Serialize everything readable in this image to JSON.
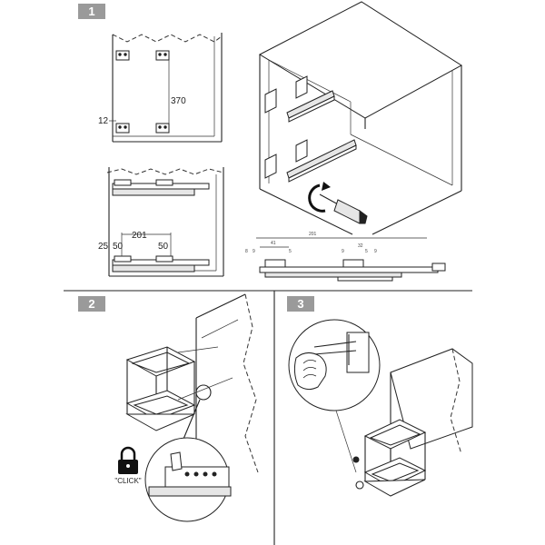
{
  "steps": {
    "step1": "1",
    "step2": "2",
    "step3": "3"
  },
  "dimensions": {
    "height_370": "370",
    "offset_12": "12",
    "width_201": "201",
    "edge_25": "25",
    "hole_50_left": "50",
    "hole_50_right": "50"
  },
  "runner_dimensions": {
    "total_201": "201",
    "d41": "41",
    "d5a": "5",
    "d9a": "9",
    "d8": "8",
    "d32": "32",
    "d9b": "9",
    "d5b": "5",
    "d9c": "9"
  },
  "click_label": "\"CLICK\"",
  "colors": {
    "badge": "#9a9a9a",
    "line": "#222222"
  },
  "icons": [
    "screwdriver-icon",
    "rotation-arrow-icon",
    "padlock-icon",
    "hand-icon"
  ]
}
